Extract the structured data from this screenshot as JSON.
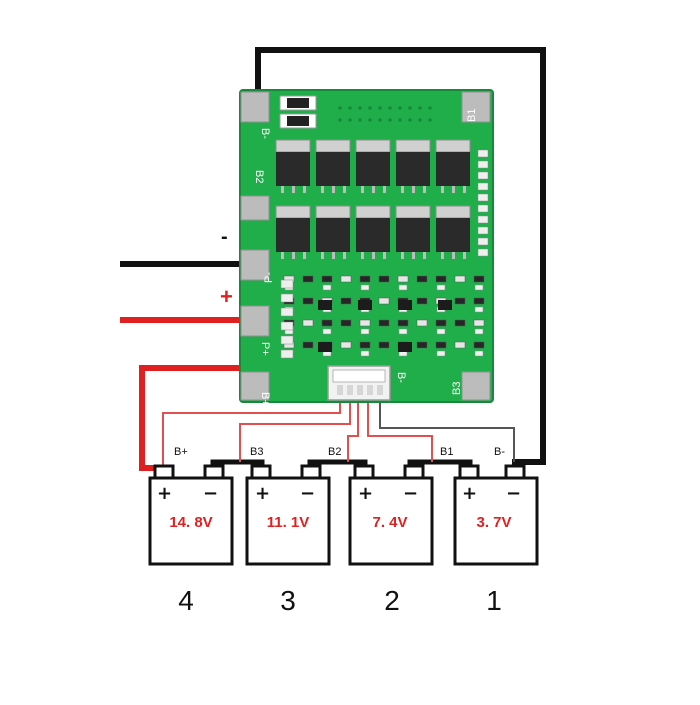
{
  "colors": {
    "pcb": "#1fae4a",
    "pcb_dark": "#178a3a",
    "pad": "#bcbcbc",
    "mosfet": "#2a2a2a",
    "wire_black": "#111111",
    "wire_red": "#e02020",
    "balance_red": "#e05050",
    "voltage_text": "#e02020"
  },
  "board": {
    "labels": {
      "b_minus": "B-",
      "b1": "B1",
      "b2": "B2",
      "b3": "B3",
      "p_minus": "P-",
      "p_plus": "P+",
      "b_plus": "B+"
    }
  },
  "load": {
    "minus_label": "-",
    "plus_label": "+"
  },
  "balance_wires": [
    {
      "label": "B+"
    },
    {
      "label": "B3"
    },
    {
      "label": "B2"
    },
    {
      "label": "B1"
    },
    {
      "label": "B-"
    }
  ],
  "cells": [
    {
      "number": "4",
      "voltage": "14. 8V",
      "plus": "+",
      "minus": "−"
    },
    {
      "number": "3",
      "voltage": "11. 1V",
      "plus": "+",
      "minus": "−"
    },
    {
      "number": "2",
      "voltage": "7. 4V",
      "plus": "+",
      "minus": "−"
    },
    {
      "number": "1",
      "voltage": "3. 7V",
      "plus": "+",
      "minus": "−"
    }
  ],
  "icons": {
    "battery": "battery-cell-icon",
    "connector": "jst-connector-icon"
  }
}
